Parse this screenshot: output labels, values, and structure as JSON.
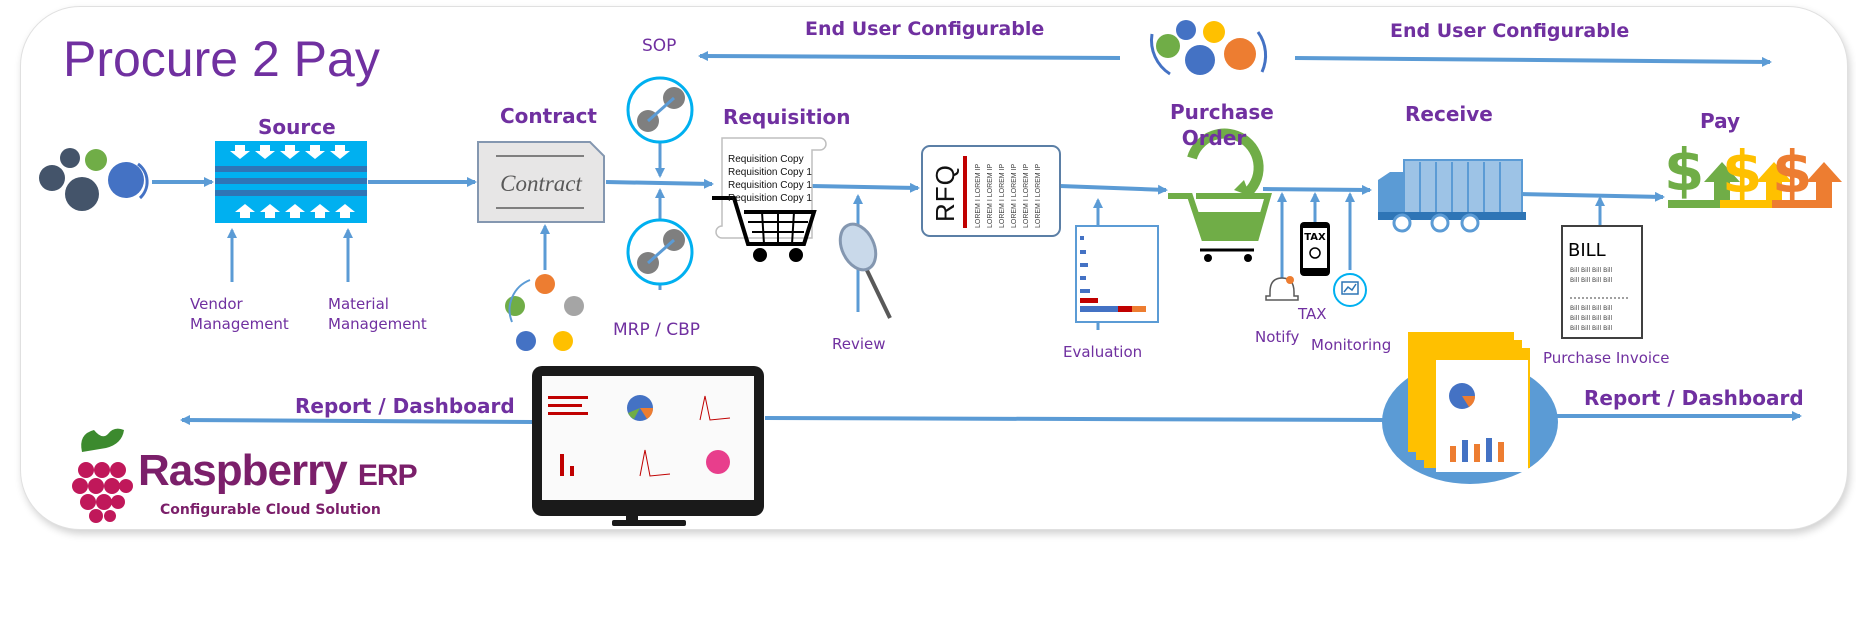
{
  "title": "Procure 2 Pay",
  "configurable": {
    "left": "End User Configurable",
    "right": "End User Configurable"
  },
  "stages": {
    "source": "Source",
    "contract": "Contract",
    "requisition": "Requisition",
    "purchase_order_line1": "Purchase",
    "purchase_order_line2": "Order",
    "receive": "Receive",
    "pay": "Pay"
  },
  "inputs": {
    "vendor_line1": "Vendor",
    "vendor_line2": "Management",
    "material_line1": "Material",
    "material_line2": "Management",
    "sop": "SOP",
    "mrp_cbp": "MRP / CBP",
    "review": "Review",
    "evaluation": "Evaluation",
    "notify": "Notify",
    "tax": "TAX",
    "monitoring": "Monitoring",
    "purchase_invoice": "Purchase Invoice"
  },
  "icon_text": {
    "contract_doc": "Contract",
    "rfq": "RFQ",
    "rfq_line": "LOREM I LOREM IP",
    "requisition_copy": "Requisition Copy",
    "requisition_copy_1": "Requisition Copy 1",
    "bill": "BILL",
    "bill_line": "Bill Bill Bill Bill",
    "tax_phone": "TAX",
    "dollar": "$"
  },
  "report": {
    "left": "Report / Dashboard",
    "right": "Report / Dashboard"
  },
  "brand": {
    "name": "Raspberry",
    "suffix": "ERP",
    "tagline": "Configurable Cloud Solution"
  },
  "colors": {
    "accent_purple": "#7030a0",
    "arrow_blue": "#5b9bd5",
    "brand_maroon": "#7b1f6a",
    "gear_blue": "#4472c4",
    "dollar_green": "#70ad47",
    "dollar_yellow": "#ffc000",
    "dollar_orange": "#ed7d31"
  }
}
